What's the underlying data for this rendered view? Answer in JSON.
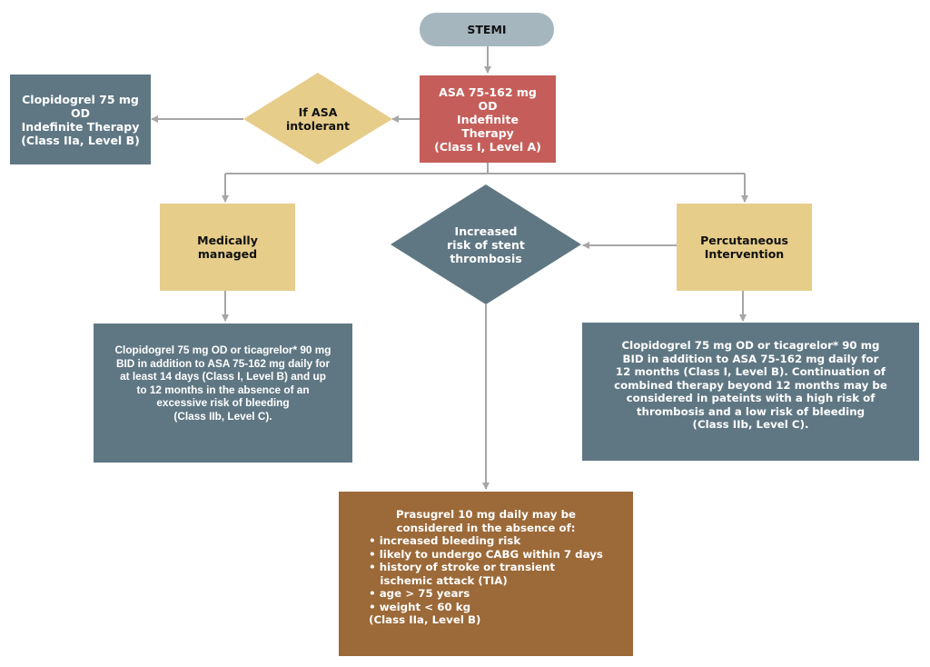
{
  "start": {
    "label": "STEMI"
  },
  "asa": {
    "lines": [
      "ASA 75-162 mg",
      "OD",
      "Indefinite",
      "Therapy",
      "(Class I, Level A)"
    ]
  },
  "intolerant_decision": {
    "lines": [
      "If ASA",
      "intolerant"
    ]
  },
  "clopidogrel_indefinite": {
    "lines": [
      "Clopidogrel 75 mg",
      "OD",
      "Indefinite Therapy",
      "(Class IIa, Level B)"
    ]
  },
  "medical": {
    "lines": [
      "Medically",
      "managed"
    ]
  },
  "thrombosis_decision": {
    "lines": [
      "Increased",
      "risk of stent",
      "thrombosis"
    ]
  },
  "pci": {
    "lines": [
      "Percutaneous",
      "Intervention"
    ]
  },
  "medical_therapy": {
    "lines": [
      "Clopidogrel 75 mg OD or ticagrelor* 90 mg",
      "BID in addition to ASA 75-162 mg daily for",
      "at least  14 days (Class  I, Level B) and up",
      "to 12 months in the absence of an",
      "excessive risk of bleeding",
      "(Class IIb, Level C)."
    ]
  },
  "pci_therapy": {
    "lines": [
      "Clopidogrel 75 mg OD or ticagrelor* 90 mg",
      "BID in addition to ASA 75-162 mg daily for",
      "12 months (Class  I, Level B). Continuation of",
      "combined therapy beyond 12 months may be",
      "considered in pateints with a high risk of",
      "thrombosis and a low risk of bleeding",
      "(Class IIb, Level C)."
    ]
  },
  "prasugrel": {
    "intro": [
      "Prasugrel 10 mg daily may be",
      "considered in the absence of:"
    ],
    "bullets": [
      "• increased bleeding risk",
      "• likely to undergo CABG within 7 days",
      "• history of stroke or transient",
      "   ischemic attack (TIA)",
      "• age > 75 years",
      "• weight < 60 kg"
    ],
    "footer": "(Class IIa, Level B)"
  },
  "colors": {
    "slate": "#5f7783",
    "tan": "#e6cd8a",
    "red": "#c55e5a",
    "brown": "#9c6938",
    "pill": "#a5b6bf",
    "arrow": "#a6a6a6"
  }
}
